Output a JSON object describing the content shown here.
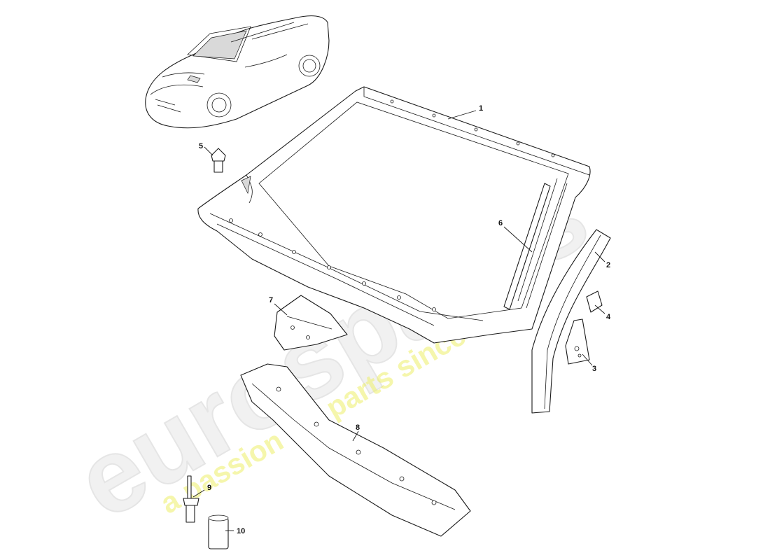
{
  "watermark": {
    "brand": "eurospares",
    "tagline": "a passion for parts since 1985",
    "tagline_color": "#eef06a"
  },
  "callouts": {
    "c1": "1",
    "c2": "2",
    "c3": "3",
    "c4": "4",
    "c5": "5",
    "c6": "6",
    "c7": "7",
    "c8": "8",
    "c9": "9",
    "c10": "10"
  }
}
